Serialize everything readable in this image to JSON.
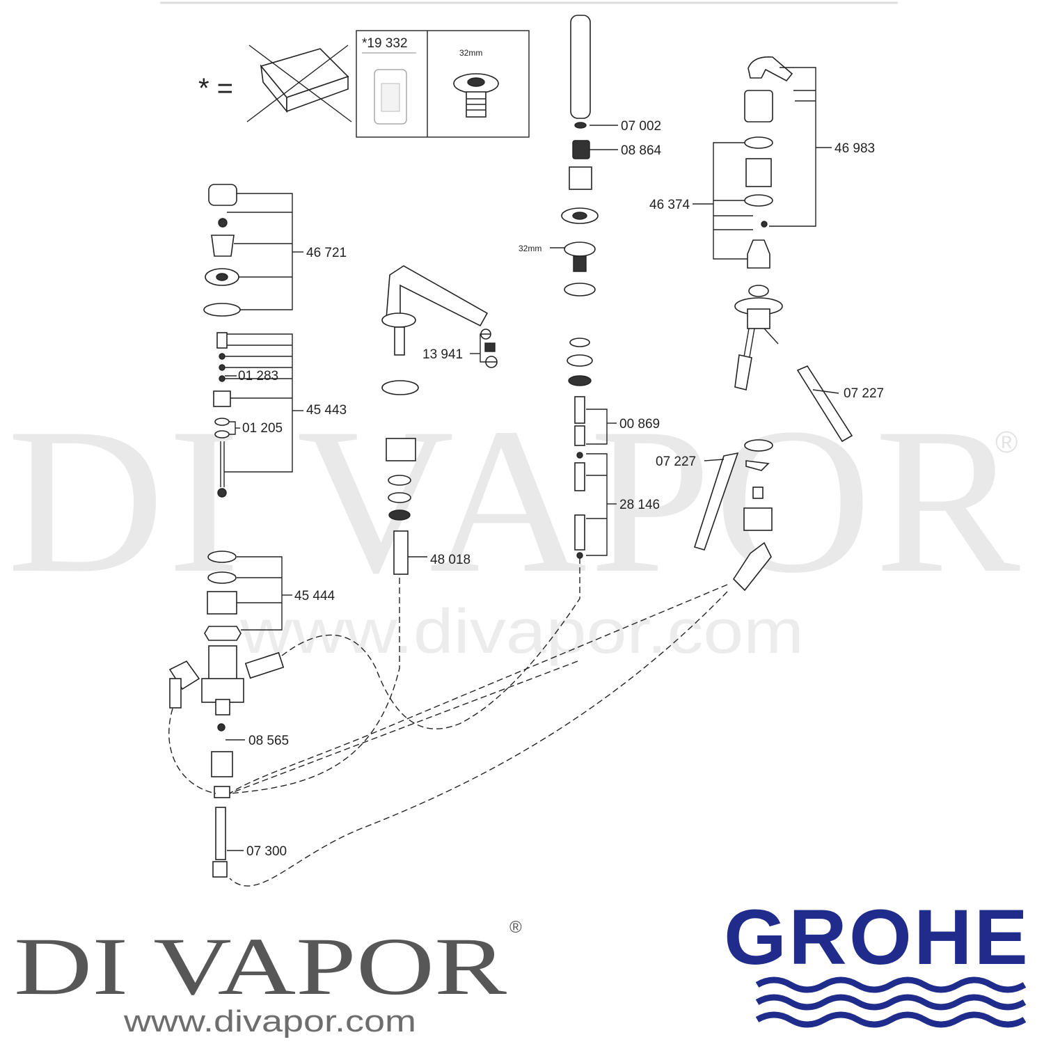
{
  "watermark": {
    "text": "DI VAPOR",
    "registered": "®",
    "url": "www.divapor.com"
  },
  "inset": {
    "star_equals": "* =",
    "part_number": "*19 332",
    "size_label": "32mm"
  },
  "part_labels": {
    "p07002": "07 002",
    "p08864": "08 864",
    "p46983": "46 983",
    "p46374": "46 374",
    "p32mm": "32mm",
    "p46721": "46 721",
    "p13941": "13 941",
    "p01283": "01 283",
    "p45443": "45 443",
    "p01205": "01 205",
    "p07227a": "07 227",
    "p00869": "00 869",
    "p07227b": "07 227",
    "p28146": "28 146",
    "p48018": "48 018",
    "p45444": "45 444",
    "p08565": "08 565",
    "p07300": "07 300"
  },
  "brand": {
    "name": "DI VAPOR",
    "registered": "®",
    "url": "www.divapor.com",
    "grohe": "GROHE",
    "grohe_color": "#1f2c8c"
  }
}
